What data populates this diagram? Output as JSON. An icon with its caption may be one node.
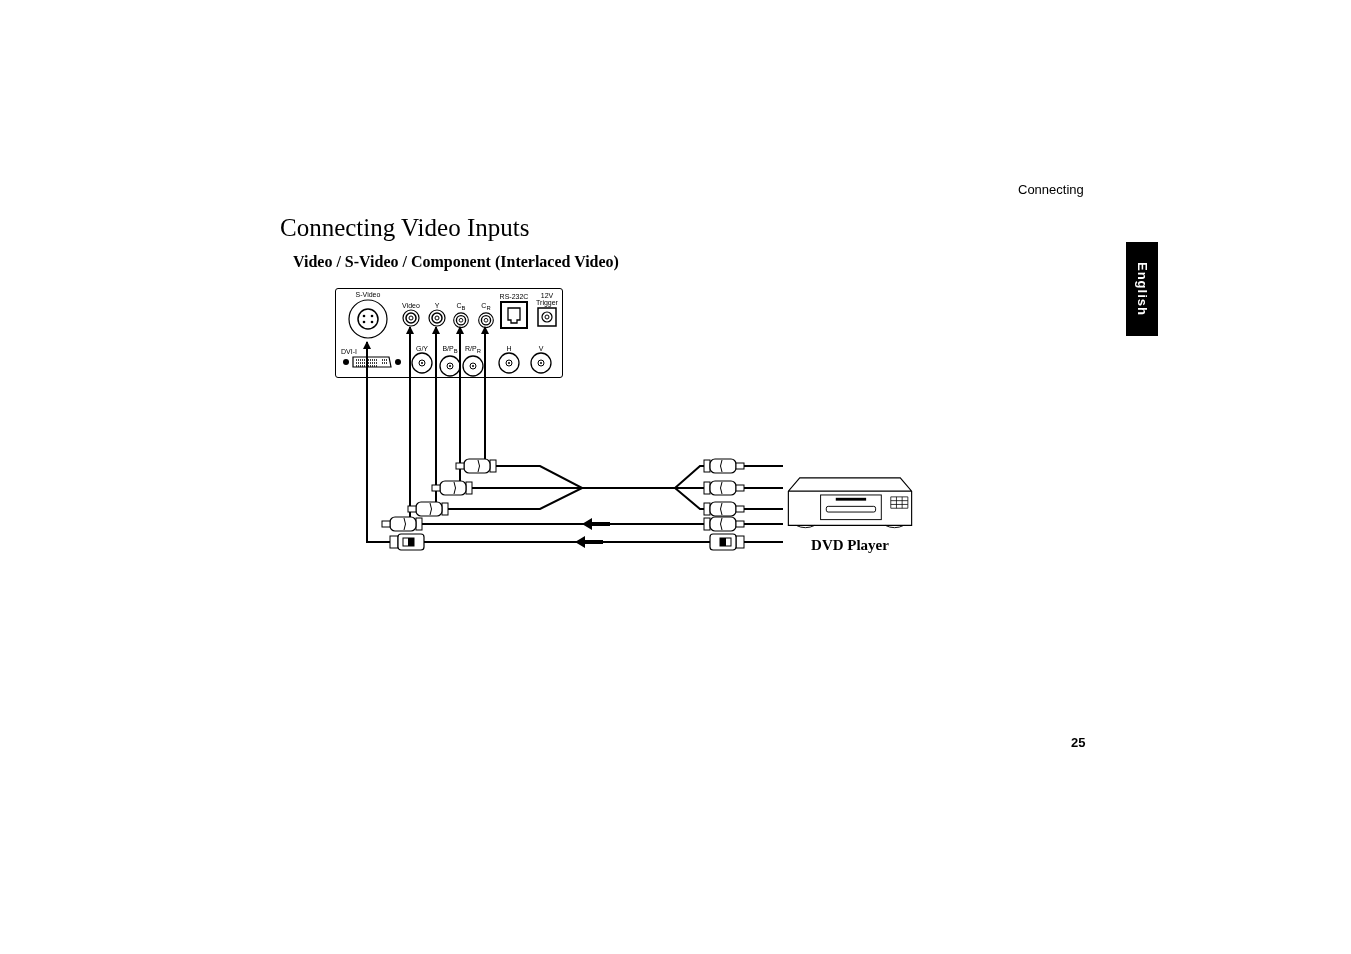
{
  "diagram": {
    "title": "Connecting Video Inputs",
    "nodes": [
      {
        "text": [],
        "shape": "box"
      },
      {
        "text": [
          "S-Video"
        ],
        "in": 0
      },
      {
        "text": [
          "Video"
        ],
        "in": 0
      },
      {
        "text": [
          "Y"
        ],
        "in": 0
      },
      {
        "text": [
          "C$_{B}$"
        ],
        "in": 0
      },
      {
        "text": [
          "C$_{R}$"
        ],
        "in": 0
      },
      {
        "text": [
          "RS-232C"
        ],
        "in": 0
      },
      {
        "text": [
          "12V Trigger"
        ],
        "in": 0
      },
      {
        "text": [
          "DVI-I"
        ],
        "in": 0
      },
      {
        "text": [
          "G/Y"
        ],
        "in": 0
      },
      {
        "text": [
          "B/P$_{B}$"
        ],
        "in": 0
      },
      {
        "text": [
          "R/P$_{R}$"
        ],
        "in": 0
      },
      {
        "text": [
          "H"
        ],
        "in": 0
      },
      {
        "text": [
          "V"
        ],
        "in": 0
      },
      {
        "text": [
          "DVD Player"
        ]
      }
    ],
    "edges": [
      {
        "from": 14,
        "to": 5,
        "arrow": "to"
      },
      {
        "from": 14,
        "to": 4,
        "arrow": "to"
      },
      {
        "from": 14,
        "to": 3,
        "arrow": "to"
      },
      {
        "from": 14,
        "to": 2,
        "arrow": "to"
      },
      {
        "from": 14,
        "to": 1,
        "arrow": "to"
      }
    ],
    "labels": [
      "Connecting",
      "English",
      "Video / S-Video / Component (Interlaced Video)",
      "25"
    ]
  }
}
